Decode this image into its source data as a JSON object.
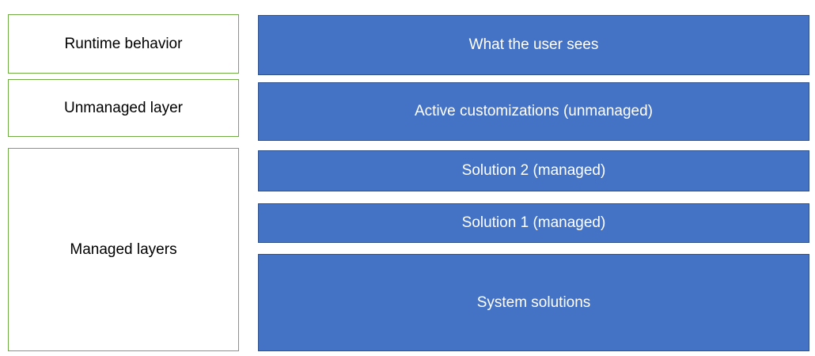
{
  "diagram": {
    "description": "Solution layering diagram",
    "left_column": {
      "runtime_behavior": {
        "label": "Runtime behavior"
      },
      "unmanaged_layer": {
        "label": "Unmanaged layer"
      },
      "managed_layers": {
        "label": "Managed layers"
      }
    },
    "right_column": {
      "what_user_sees": {
        "label": "What the user sees"
      },
      "active_customizations": {
        "label": "Active customizations (unmanaged)"
      },
      "solution_2": {
        "label": "Solution 2 (managed)"
      },
      "solution_1": {
        "label": "Solution 1 (managed)"
      },
      "system_solutions": {
        "label": "System solutions"
      }
    },
    "colors": {
      "background": "#FFFFFF",
      "left_box_fill": "#FFFFFF",
      "left_box_border": "#70AD47",
      "left_text": "#000000",
      "right_box_fill": "#4472C4",
      "right_box_border": "#2F528F",
      "right_text": "#FFFFFF"
    }
  }
}
